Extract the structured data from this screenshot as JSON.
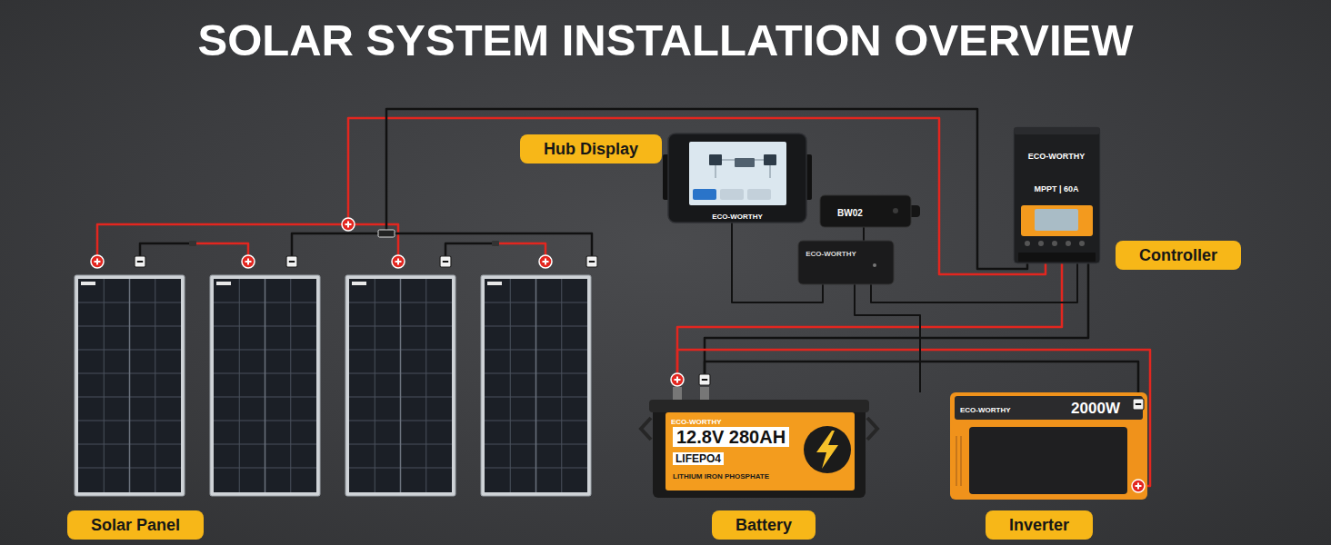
{
  "diagram": {
    "title": "SOLAR SYSTEM INSTALLATION OVERVIEW",
    "nodes": [
      {
        "text": [
          "Hub Display"
        ]
      },
      {
        "text": [
          "Controller"
        ]
      },
      {
        "text": [
          "Solar Panel"
        ]
      },
      {
        "text": [
          "Battery"
        ]
      },
      {
        "text": [
          "Inverter"
        ]
      }
    ],
    "labels": [
      "ECO-WORTHY",
      "BW02",
      "ECO-WORTHY",
      "ECO-WORTHY",
      "MPPT | 60A",
      "ECO-WORTHY",
      "12.8V 280AH",
      "LIFEPO4",
      "LITHIUM IRON PHOSPHATE",
      "ECO-WORTHY",
      "2000W"
    ]
  }
}
